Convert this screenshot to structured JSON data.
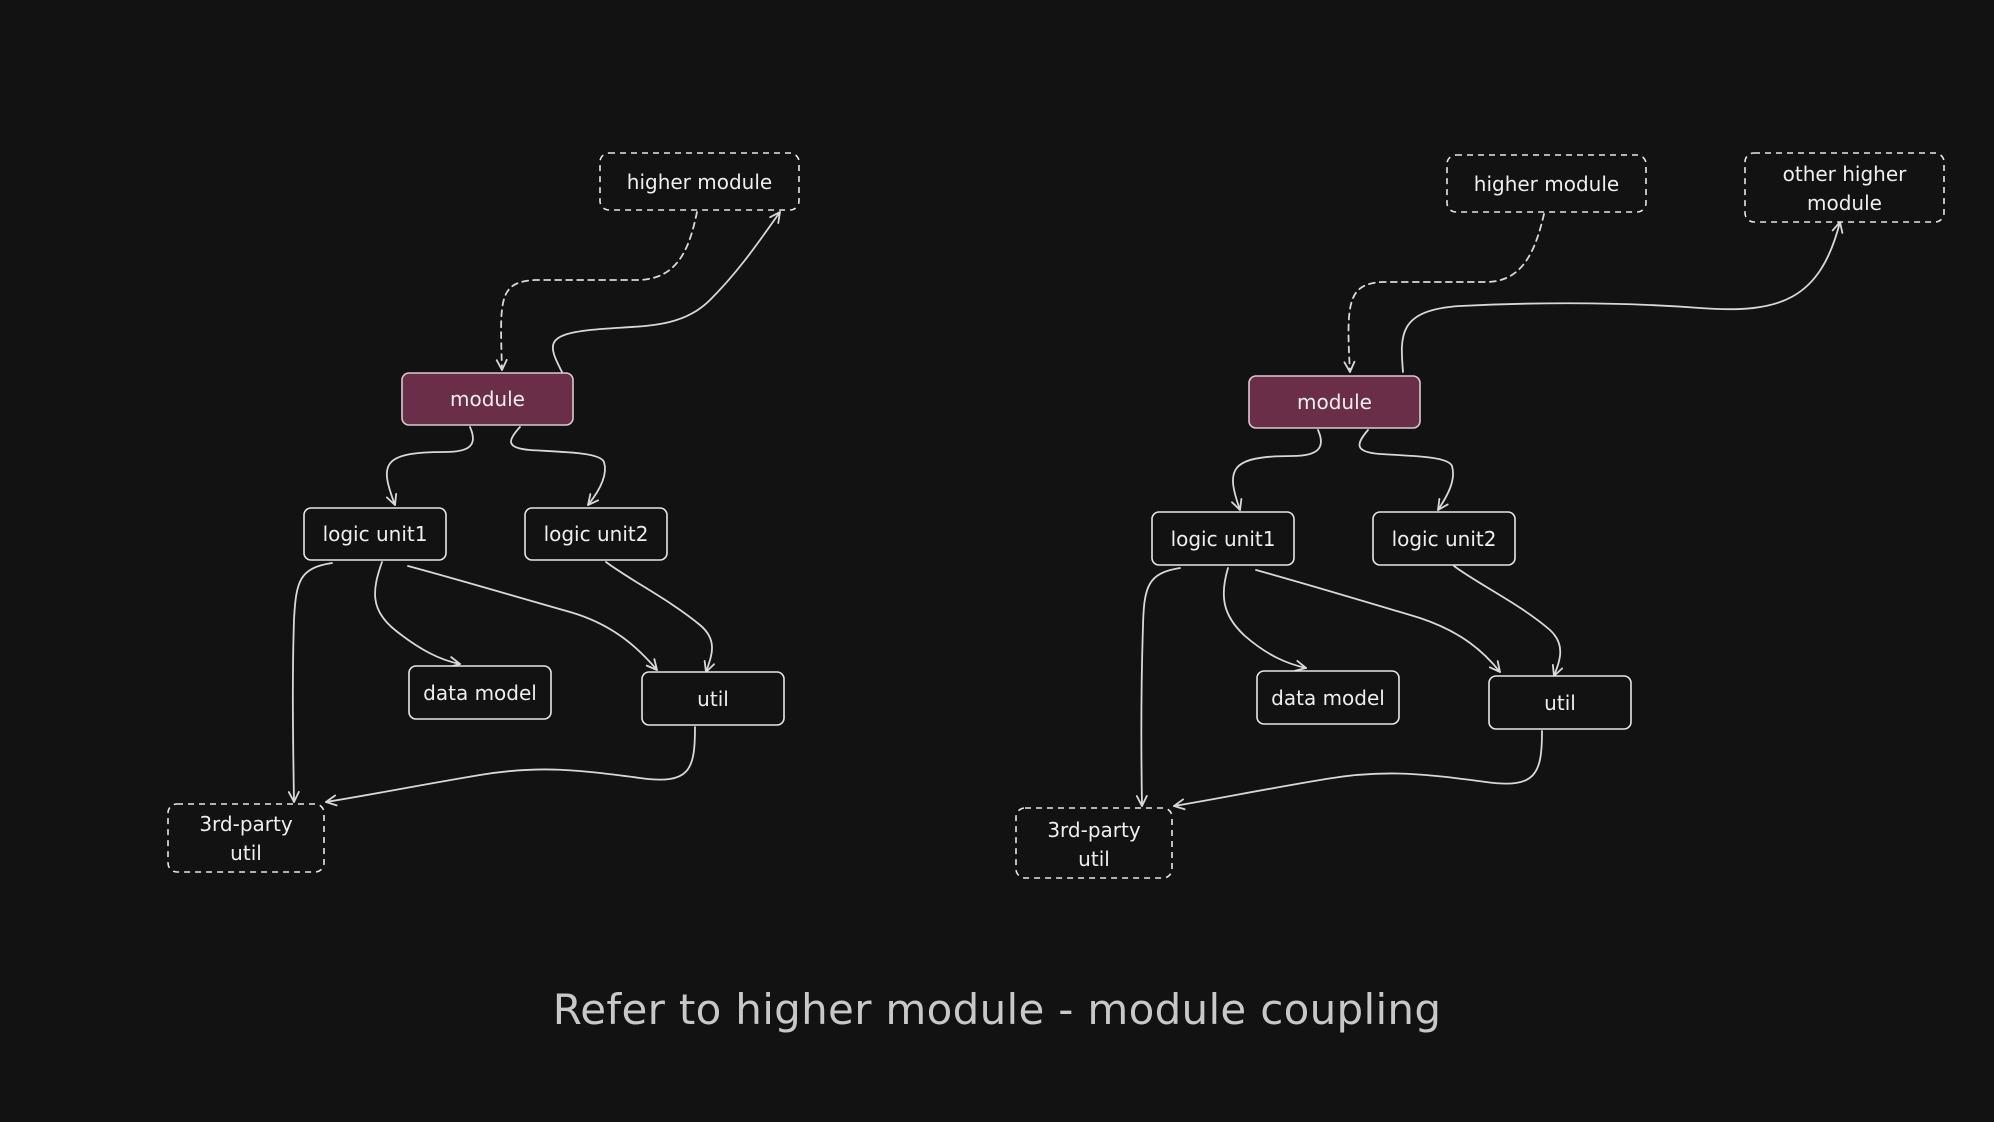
{
  "caption": "Refer to higher module - module coupling",
  "colors": {
    "background": "#121212",
    "highlight": "#6b2e48",
    "stroke": "#e6e6e6"
  },
  "diagrams": [
    {
      "nodes": {
        "higher_module": "higher module",
        "module": "module",
        "logic_unit1": "logic unit1",
        "logic_unit2": "logic unit2",
        "data_model": "data model",
        "util": "util",
        "third_party_util": [
          "3rd-party",
          "util"
        ]
      }
    },
    {
      "nodes": {
        "higher_module": "higher module",
        "other_higher_module": [
          "other higher",
          "module"
        ],
        "module": "module",
        "logic_unit1": "logic unit1",
        "logic_unit2": "logic unit2",
        "data_model": "data model",
        "util": "util",
        "third_party_util": [
          "3rd-party",
          "util"
        ]
      }
    }
  ]
}
